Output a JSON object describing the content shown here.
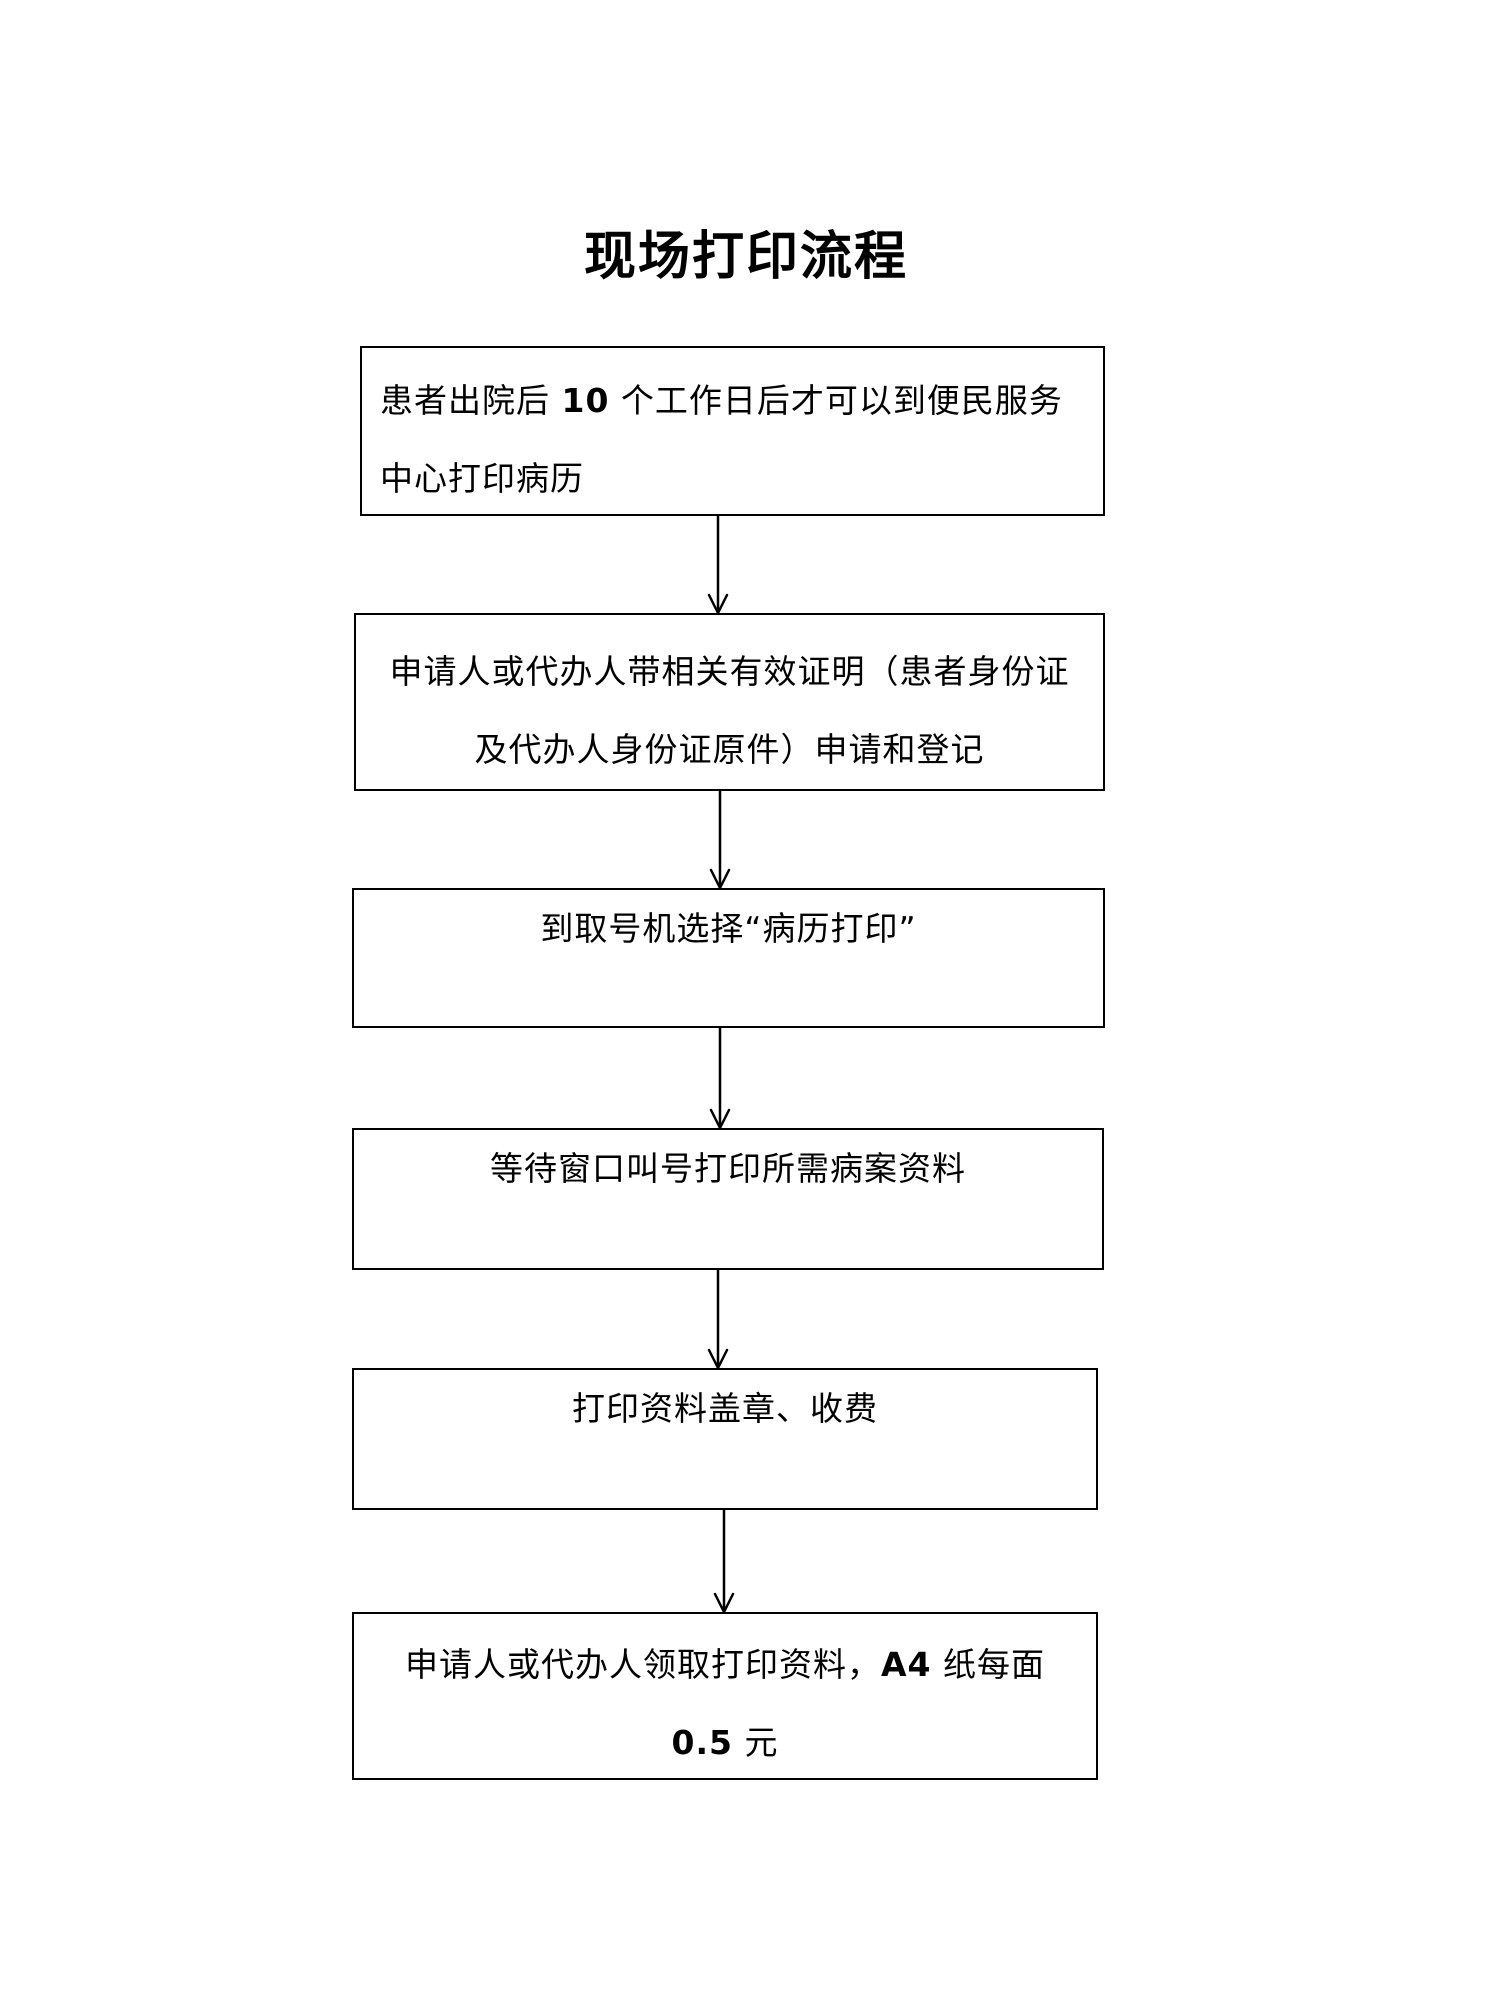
{
  "title": "现场打印流程",
  "steps": [
    {
      "lines": [
        {
          "parts": [
            "患者出院后 ",
            "10",
            " 个工作日后才可以到便民服务"
          ]
        },
        {
          "parts": [
            "中心打印病历"
          ]
        }
      ]
    },
    {
      "lines": [
        {
          "parts": [
            "申请人或代办人带相关有效证明（患者身份证"
          ]
        },
        {
          "parts": [
            "及代办人身份证原件）申请和登记"
          ]
        }
      ]
    },
    {
      "lines": [
        {
          "parts": [
            "到取号机选择“病历打印”"
          ]
        }
      ]
    },
    {
      "lines": [
        {
          "parts": [
            "等待窗口叫号打印所需病案资料"
          ]
        }
      ]
    },
    {
      "lines": [
        {
          "parts": [
            "打印资料盖章、收费"
          ]
        }
      ]
    },
    {
      "lines": [
        {
          "parts": [
            "申请人或代办人领取打印资料，",
            "A4",
            " 纸每面"
          ]
        },
        {
          "parts": [
            "",
            "0.5",
            " 元"
          ]
        }
      ]
    }
  ]
}
